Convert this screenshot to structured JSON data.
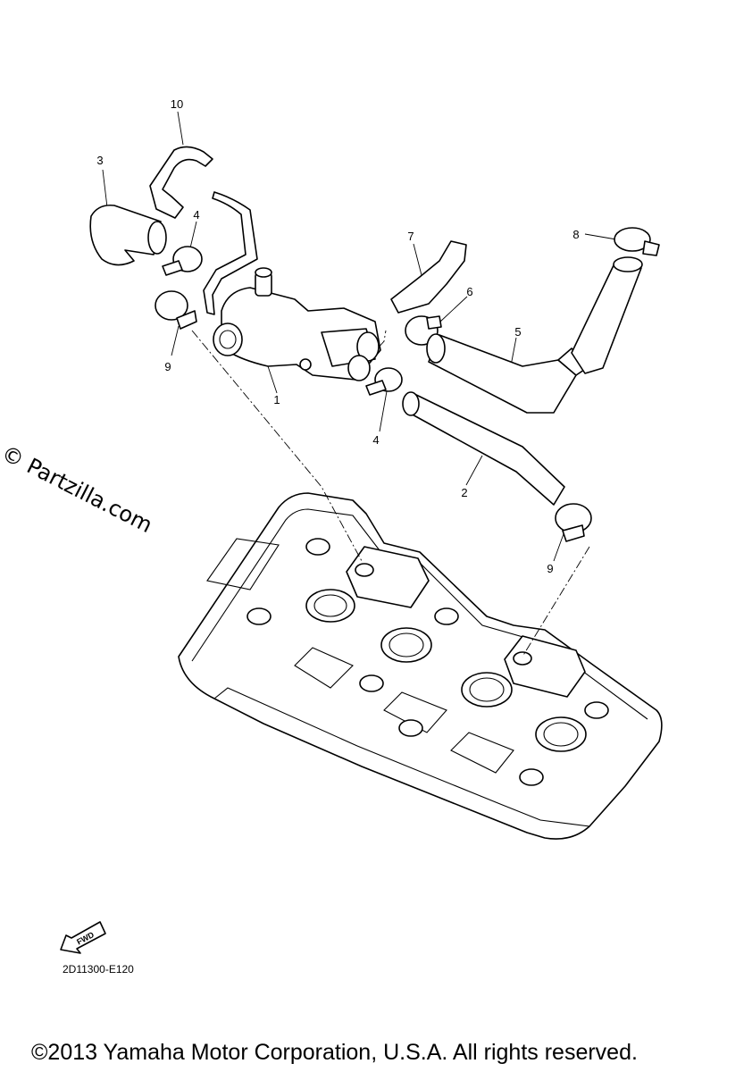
{
  "callouts": {
    "c1": "1",
    "c2": "2",
    "c3": "3",
    "c4a": "4",
    "c4b": "4",
    "c5": "5",
    "c6": "6",
    "c7": "7",
    "c8": "8",
    "c9a": "9",
    "c9b": "9",
    "c10": "10"
  },
  "fwd_label": "FWD",
  "drawing_code": "2D11300-E120",
  "watermark": "© Partzilla.com",
  "copyright": "©2013 Yamaha Motor Corporation, U.S.A. All rights reserved.",
  "icons": {
    "forward_arrow": "fwd-arrow-icon"
  }
}
